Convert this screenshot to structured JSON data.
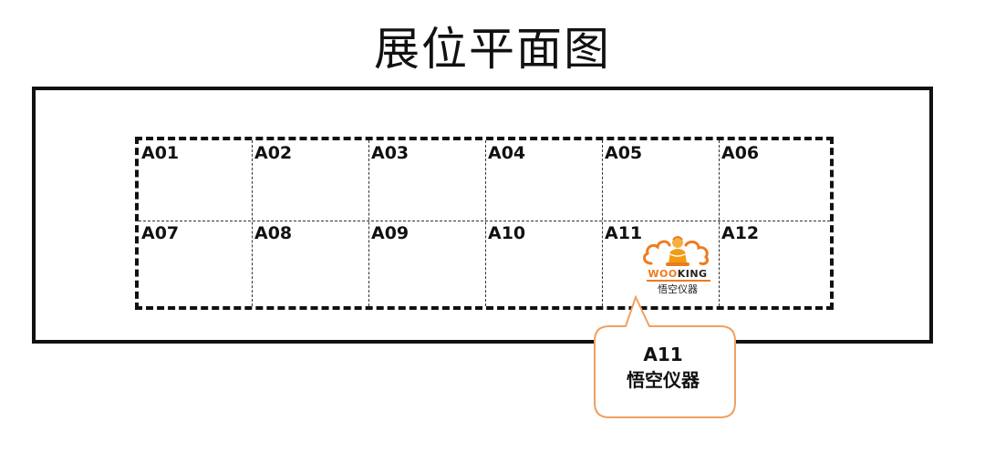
{
  "title": "展位平面图",
  "colors": {
    "accent": "#f07a1c",
    "line": "#111111"
  },
  "booths_row1": [
    "A01",
    "A02",
    "A03",
    "A04",
    "A05",
    "A06"
  ],
  "booths_row2": [
    "A07",
    "A08",
    "A09",
    "A10",
    "A11",
    "A12"
  ],
  "logo": {
    "icon": "wooking-mascot-icon",
    "word_w": "W",
    "word_oo": "OO",
    "word_rest": "KING",
    "cn": "悟空仪器"
  },
  "callout": {
    "booth": "A11",
    "name": "悟空仪器"
  }
}
